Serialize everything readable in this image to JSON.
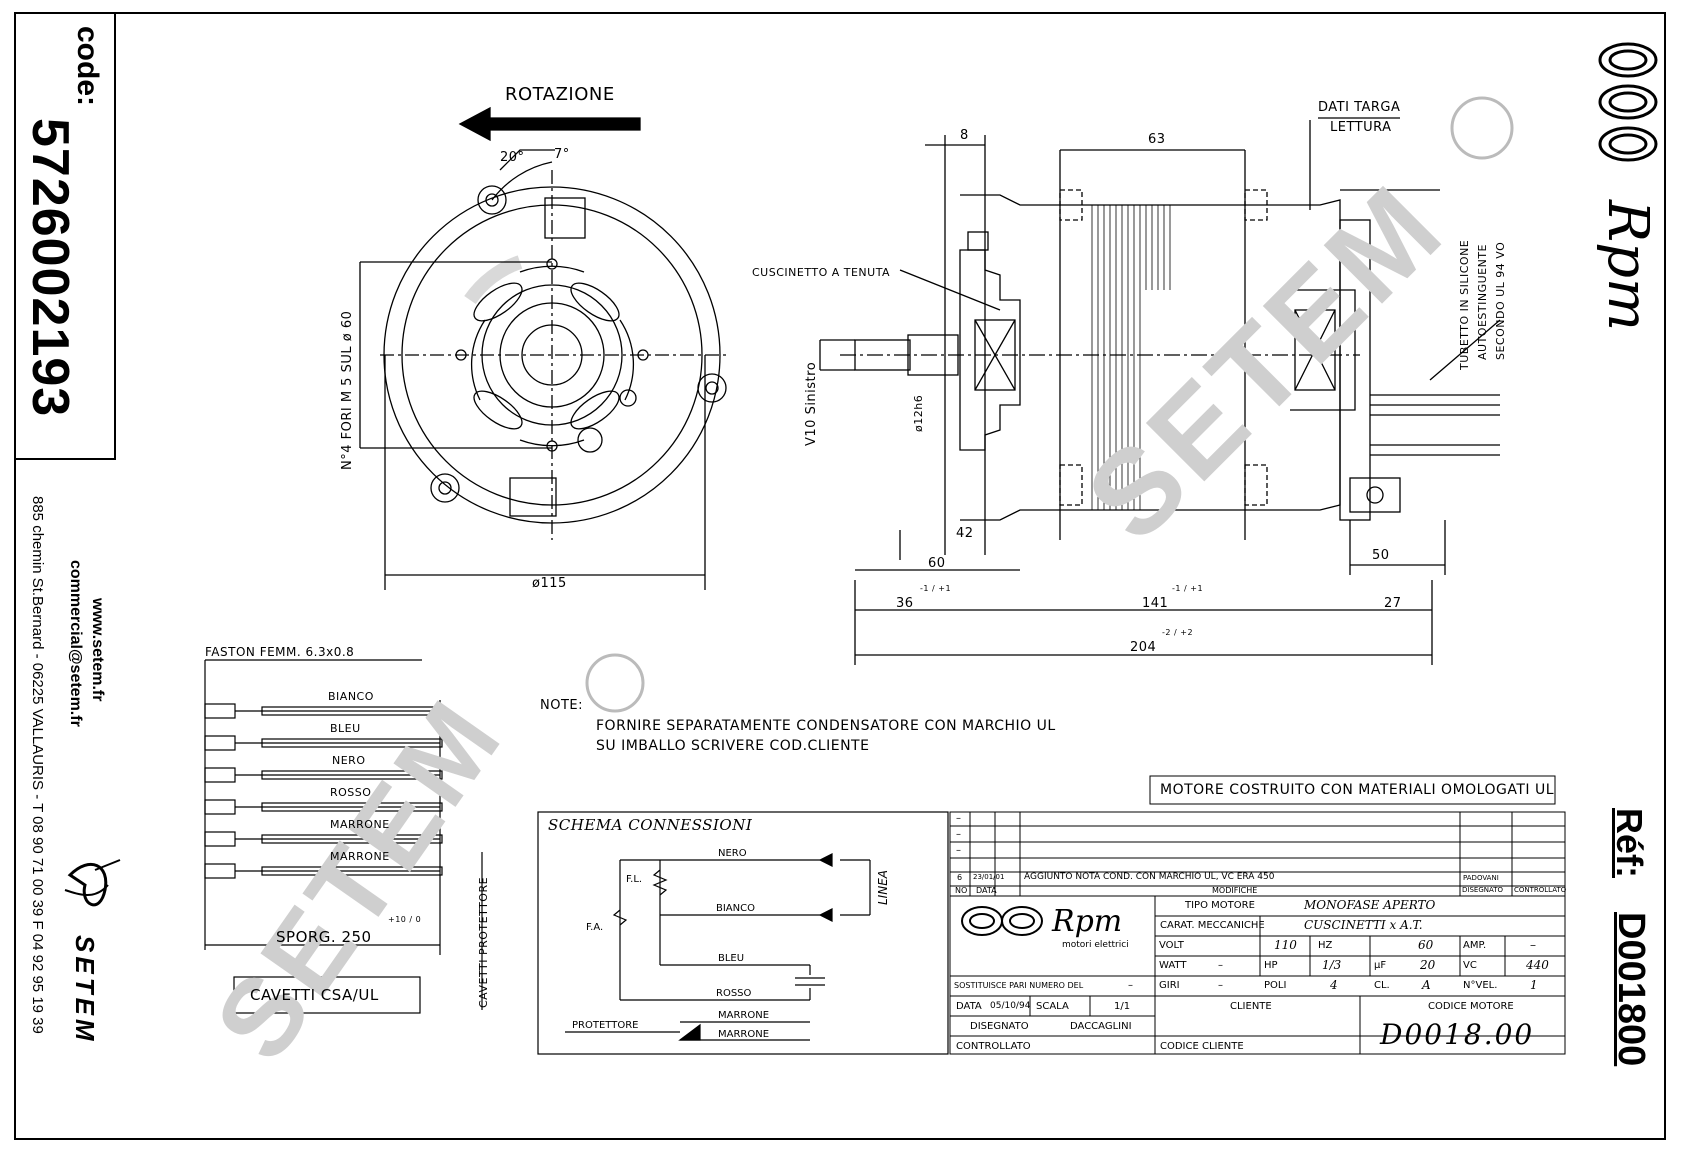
{
  "sidebar": {
    "code_label": "code:",
    "code_value": "5726002193",
    "website": "www.setem.fr",
    "email": "commercial@setem.fr",
    "address": "885 chemin St.Bernard  -  06225 VALLAURIS  -  T 08 90 71 00 39   F 04 92 95 19 39",
    "brand": "SETEM"
  },
  "right_brand": {
    "logo_text": "Rpm",
    "ref_label": "Réf:",
    "ref_value": "D001800"
  },
  "front_view": {
    "rotation_label": "ROTAZIONE",
    "angle_a": "20°",
    "angle_b": "7°",
    "holes_label": "N°4 FORI M 5 SUL ø 60",
    "diameter": "ø115"
  },
  "side_view": {
    "dim_8": "8",
    "dim_63": "63",
    "nameplate_label": "DATI TARGA",
    "nameplate_sub": "LETTURA",
    "bearing_label": "CUSCINETTO A TENUTA",
    "shaft_label": "V10 Sinistro",
    "shaft_dia": "ø12h6",
    "dim_42": "42",
    "dim_60": "60",
    "dim_50": "50",
    "dim_36": "36",
    "dim_36_tol": "-1 / +1",
    "dim_141": "141",
    "dim_141_tol": "-1 / +1",
    "dim_27": "27",
    "dim_204": "204",
    "dim_204_tol": "-2 / +2",
    "tube_note_1": "TUBETTO IN SILICONE",
    "tube_note_2": "AUTOESTINGUENTE",
    "tube_note_3": "SECONDO UL 94 VO"
  },
  "wires": {
    "header": "FASTON FEMM. 6.3x0.8",
    "colors": [
      "BIANCO",
      "BLEU",
      "NERO",
      "ROSSO",
      "MARRONE",
      "MARRONE"
    ],
    "length_label": "SPORG. 250",
    "length_tol": "+10 / 0",
    "cable_label": "CAVETTI CSA/UL",
    "protector_cables": "CAVETTI PROTETTORE"
  },
  "notes": {
    "label": "NOTE:",
    "line1": "FORNIRE SEPARATAMENTE CONDENSATORE CON MARCHIO UL",
    "line2": "SU IMBALLO SCRIVERE COD.CLIENTE",
    "materials": "MOTORE COSTRUITO CON MATERIALI OMOLOGATI UL"
  },
  "schema": {
    "title": "SCHEMA CONNESSIONI",
    "nero": "NERO",
    "bianco": "BIANCO",
    "bleu": "BLEU",
    "rosso": "ROSSO",
    "linea": "LINEA",
    "fl": "F.L.",
    "fa": "F.A.",
    "protettore": "PROTETTORE",
    "marrone1": "MARRONE",
    "marrone2": "MARRONE"
  },
  "revisions": {
    "blank": "–",
    "rev_no": "6",
    "rev_date": "23/01/01",
    "rev_text": "AGGIUNTO NOTA COND. CON MARCHIO UL, VC ERA 450",
    "rev_by": "PADOVANI",
    "h_no": "NO",
    "h_data": "DATA",
    "h_modif": "MODIFICHE",
    "h_disegnato": "DISEGNATO",
    "h_controllato": "CONTROLLATO"
  },
  "titleblock": {
    "logo_text": "Rpm",
    "logo_sub": "motori elettrici",
    "tipo_label": "TIPO MOTORE",
    "tipo_value": "MONOFASE APERTO",
    "carat_label": "CARAT. MECCANICHE",
    "carat_value": "CUSCINETTI x A.T.",
    "volt_label": "VOLT",
    "volt": "110",
    "hz_label": "HZ",
    "hz": "60",
    "amp_label": "AMP.",
    "amp": "–",
    "watt_label": "WATT",
    "watt": "–",
    "hp_label": "HP",
    "hp": "1/3",
    "uf_label": "µF",
    "uf": "20",
    "vc_label": "VC",
    "vc": "440",
    "giri_label": "GIRI",
    "giri": "–",
    "poli_label": "POLI",
    "poli": "4",
    "cl_label": "CL.",
    "cl": "A",
    "vel_label": "N°VEL.",
    "vel": "1",
    "sostituisce": "SOSTITUISCE PARI NUMERO DEL",
    "sostituisce_val": "–",
    "data_label": "DATA",
    "data": "05/10/94",
    "scala_label": "SCALA",
    "scala": "1/1",
    "cliente_label": "CLIENTE",
    "codice_motore_label": "CODICE MOTORE",
    "disegnato_label": "DISEGNATO",
    "disegnato": "DACCAGLINI",
    "controllato_label": "CONTROLLATO",
    "codice_cliente_label": "CODICE CLIENTE",
    "codice_motore": "D0018.00"
  }
}
